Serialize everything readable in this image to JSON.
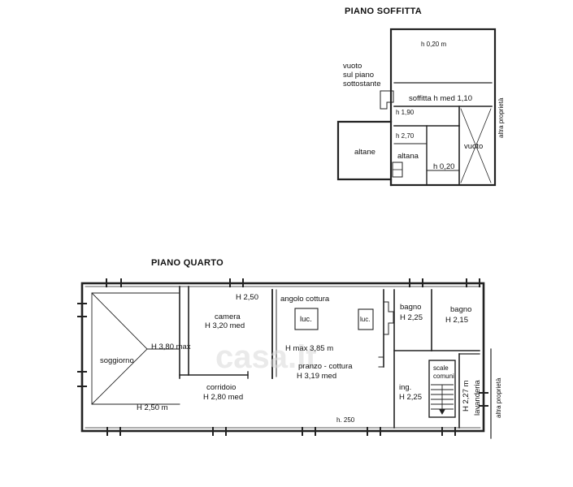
{
  "watermark": "casa.it",
  "attic": {
    "title": "PIANO SOFFITTA",
    "labels": {
      "h_top": "h 0,20 m",
      "vuoto_left": "vuoto",
      "sul_piano": "sul piano",
      "sottostante": "sottostante",
      "soffitta": "soffitta h med 1,10",
      "h190": "h 1,90",
      "h270": "h 2,70",
      "altane": "altane",
      "altana": "altana",
      "h020": "h 0,20",
      "vuoto_right": "vuoto",
      "altra_proprieta": "altra proprietà"
    }
  },
  "fourth": {
    "title": "PIANO QUARTO",
    "labels": {
      "camera": "camera",
      "camera_h": "H 3,20 med",
      "h250_top": "H 2,50",
      "angolo": "angolo cottura",
      "luc1": "luc.",
      "luc2": "luc.",
      "bagno1": "bagno",
      "bagno1_h": "H 2,25",
      "bagno2": "bagno",
      "bagno2_h": "H 2,15",
      "soggiorno": "soggiorno",
      "h380": "H 3,80 max",
      "hmax385": "H max 3,85 m",
      "corridoio": "corridoio",
      "corridoio_h": "H 2,80 med",
      "pranzo": "pranzo - cottura",
      "pranzo_h": "H 3,19 med",
      "ing": "ing.",
      "ing_h": "H 2,25",
      "scale1": "scale",
      "scale2": "comuni",
      "lavanderia": "lavanderia",
      "lav_h": "H 2,27 m",
      "h250_bottom": "H 2,50 m",
      "h250_small": "h. 250",
      "altra_proprieta": "altra proprietà"
    }
  }
}
